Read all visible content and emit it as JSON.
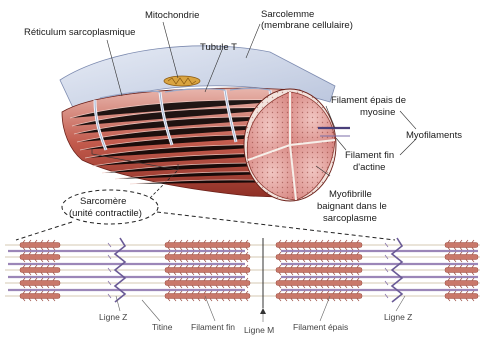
{
  "labels": {
    "reticulum": "Réticulum sarcoplasmique",
    "mitochondrie": "Mitochondrie",
    "sarcolemme_1": "Sarcolemme",
    "sarcolemme_2": "(membrane cellulaire)",
    "tubule_t": "Tubule T",
    "filament_epais_1": "Filament épais de",
    "filament_epais_2": "myosine",
    "myofilaments": "Myofilaments",
    "filament_fin_1": "Filament fin",
    "filament_fin_2": "d'actine",
    "myofibrille_1": "Myofibrille",
    "myofibrille_2": "baignant dans le",
    "myofibrille_3": "sarcoplasme",
    "sarcomere_1": "Sarcomère",
    "sarcomere_2": "(unité contractile)"
  },
  "bottom_labels": {
    "ligne_z_left": "Ligne Z",
    "titine": "Titine",
    "filament_fin": "Filament fin",
    "ligne_m": "Ligne M",
    "filament_epais": "Filament épais",
    "ligne_z_right": "Ligne Z"
  },
  "colors": {
    "muscle_red": "#c0392b",
    "myosin": "#c9786a",
    "actin": "#9b86b8",
    "membrane_blue": "#cfd8ea",
    "mitochondria": "#d9a441"
  }
}
